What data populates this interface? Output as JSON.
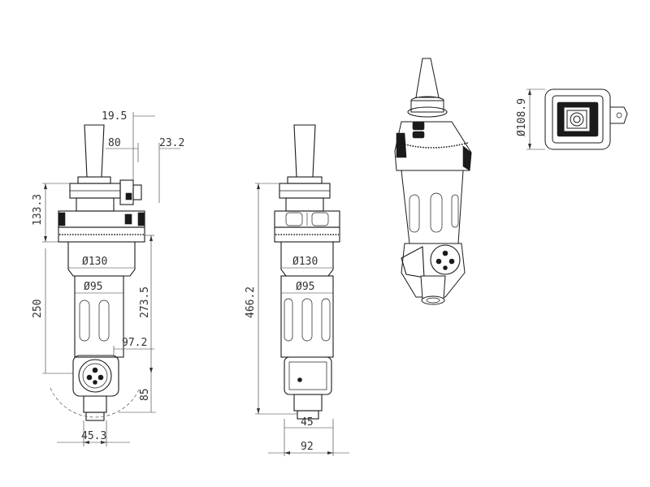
{
  "dimensions": {
    "front": {
      "d1": "19.5",
      "d2": "80",
      "d3": "23.2",
      "d4": "133.3",
      "d5": "Ø130",
      "d6": "Ø95",
      "d7": "250",
      "d8": "273.5",
      "d9": "97.2",
      "d10": "85",
      "d11": "45.3"
    },
    "side": {
      "d1": "466.2",
      "d2": "Ø130",
      "d3": "Ø95",
      "d4": "45",
      "d5": "92"
    },
    "top": {
      "d1": "Ø108.9"
    }
  }
}
